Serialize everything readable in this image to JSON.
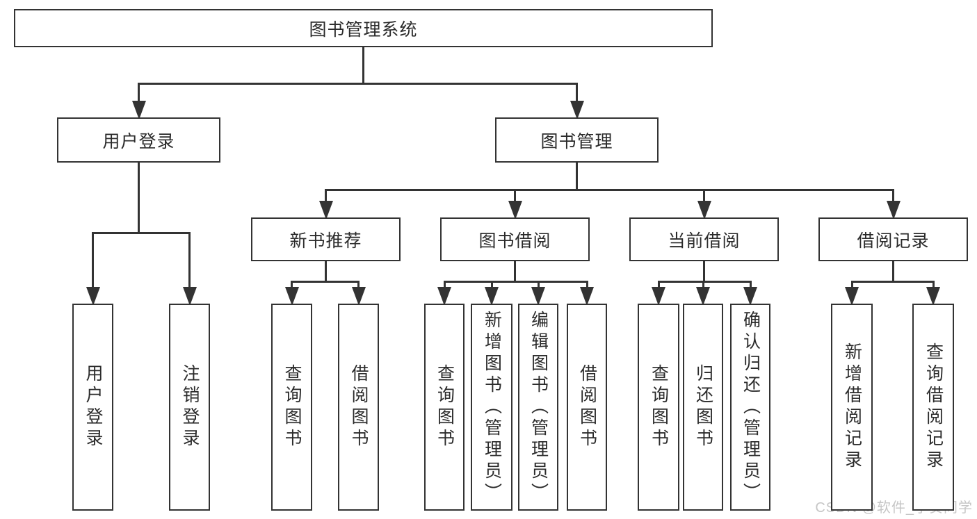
{
  "diagram": {
    "root": {
      "id": "root",
      "label": "图书管理系统",
      "children": [
        {
          "id": "user-login",
          "label": "用户登录",
          "children": [
            {
              "id": "leaf-user-login",
              "label": "用户登录"
            },
            {
              "id": "leaf-logout",
              "label": "注销登录"
            }
          ]
        },
        {
          "id": "book-mgmt",
          "label": "图书管理",
          "children": [
            {
              "id": "new-book-rec",
              "label": "新书推荐",
              "children": [
                {
                  "id": "leaf-query-book-a",
                  "label": "查询图书"
                },
                {
                  "id": "leaf-borrow-book-a",
                  "label": "借阅图书"
                }
              ]
            },
            {
              "id": "book-borrow",
              "label": "图书借阅",
              "children": [
                {
                  "id": "leaf-query-book-b",
                  "label": "查询图书"
                },
                {
                  "id": "leaf-add-book",
                  "label": "新增图书（管理员）"
                },
                {
                  "id": "leaf-edit-book",
                  "label": "编辑图书（管理员）"
                },
                {
                  "id": "leaf-borrow-book-b",
                  "label": "借阅图书"
                }
              ]
            },
            {
              "id": "current-borrow",
              "label": "当前借阅",
              "children": [
                {
                  "id": "leaf-query-book-c",
                  "label": "查询图书"
                },
                {
                  "id": "leaf-return-book",
                  "label": "归还图书"
                },
                {
                  "id": "leaf-confirm-return",
                  "label": "确认归还（管理员）"
                }
              ]
            },
            {
              "id": "borrow-record",
              "label": "借阅记录",
              "children": [
                {
                  "id": "leaf-add-record",
                  "label": "新增借阅记录"
                },
                {
                  "id": "leaf-query-record",
                  "label": "查询借阅记录"
                }
              ]
            }
          ]
        }
      ]
    }
  },
  "watermark": {
    "text": "CSDN @软件_小贺同学"
  },
  "colors": {
    "line": "#333333",
    "text": "#2b2b2b",
    "watermark": "#c6c6c6",
    "background": "#ffffff"
  }
}
